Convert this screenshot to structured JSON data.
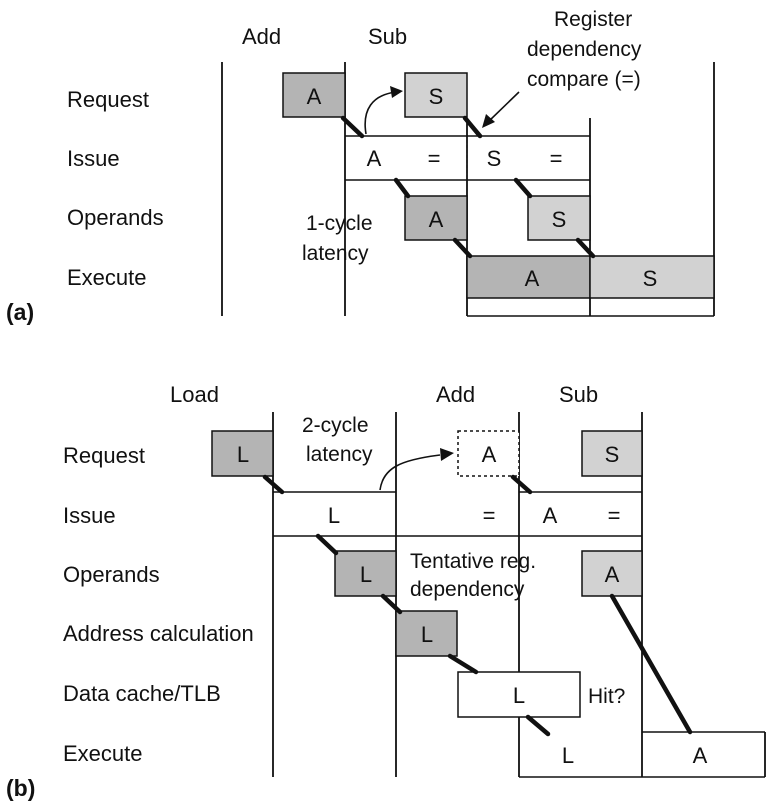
{
  "panel_a": {
    "label": "(a)",
    "columns": [
      "Add",
      "Sub"
    ],
    "rows": [
      "Request",
      "Issue",
      "Operands",
      "Execute"
    ],
    "cells": {
      "req_add": "A",
      "req_sub": "S",
      "issue_add": "A",
      "issue_eq1": "=",
      "issue_sub": "S",
      "issue_eq2": "=",
      "op_add": "A",
      "op_sub": "S",
      "ex_add": "A",
      "ex_sub": "S"
    },
    "annotations": {
      "compare_line1": "Register",
      "compare_line2": "dependency",
      "compare_line3": "compare (=)",
      "latency_line1": "1-cycle",
      "latency_line2": "latency"
    }
  },
  "panel_b": {
    "label": "(b)",
    "columns": [
      "Load",
      "Add",
      "Sub"
    ],
    "rows": [
      "Request",
      "Issue",
      "Operands",
      "Address calculation",
      "Data cache/TLB",
      "Execute"
    ],
    "cells": {
      "req_load": "L",
      "req_add": "A",
      "req_sub": "S",
      "issue_load": "L",
      "issue_eq1": "=",
      "issue_add": "A",
      "issue_eq2": "=",
      "op_load": "L",
      "op_add": "A",
      "addr_load": "L",
      "cache_load": "L",
      "ex_load": "L",
      "ex_add": "A"
    },
    "annotations": {
      "latency_line1": "2-cycle",
      "latency_line2": "latency",
      "tentative_line1": "Tentative reg.",
      "tentative_line2": "dependency",
      "hit": "Hit?"
    }
  }
}
